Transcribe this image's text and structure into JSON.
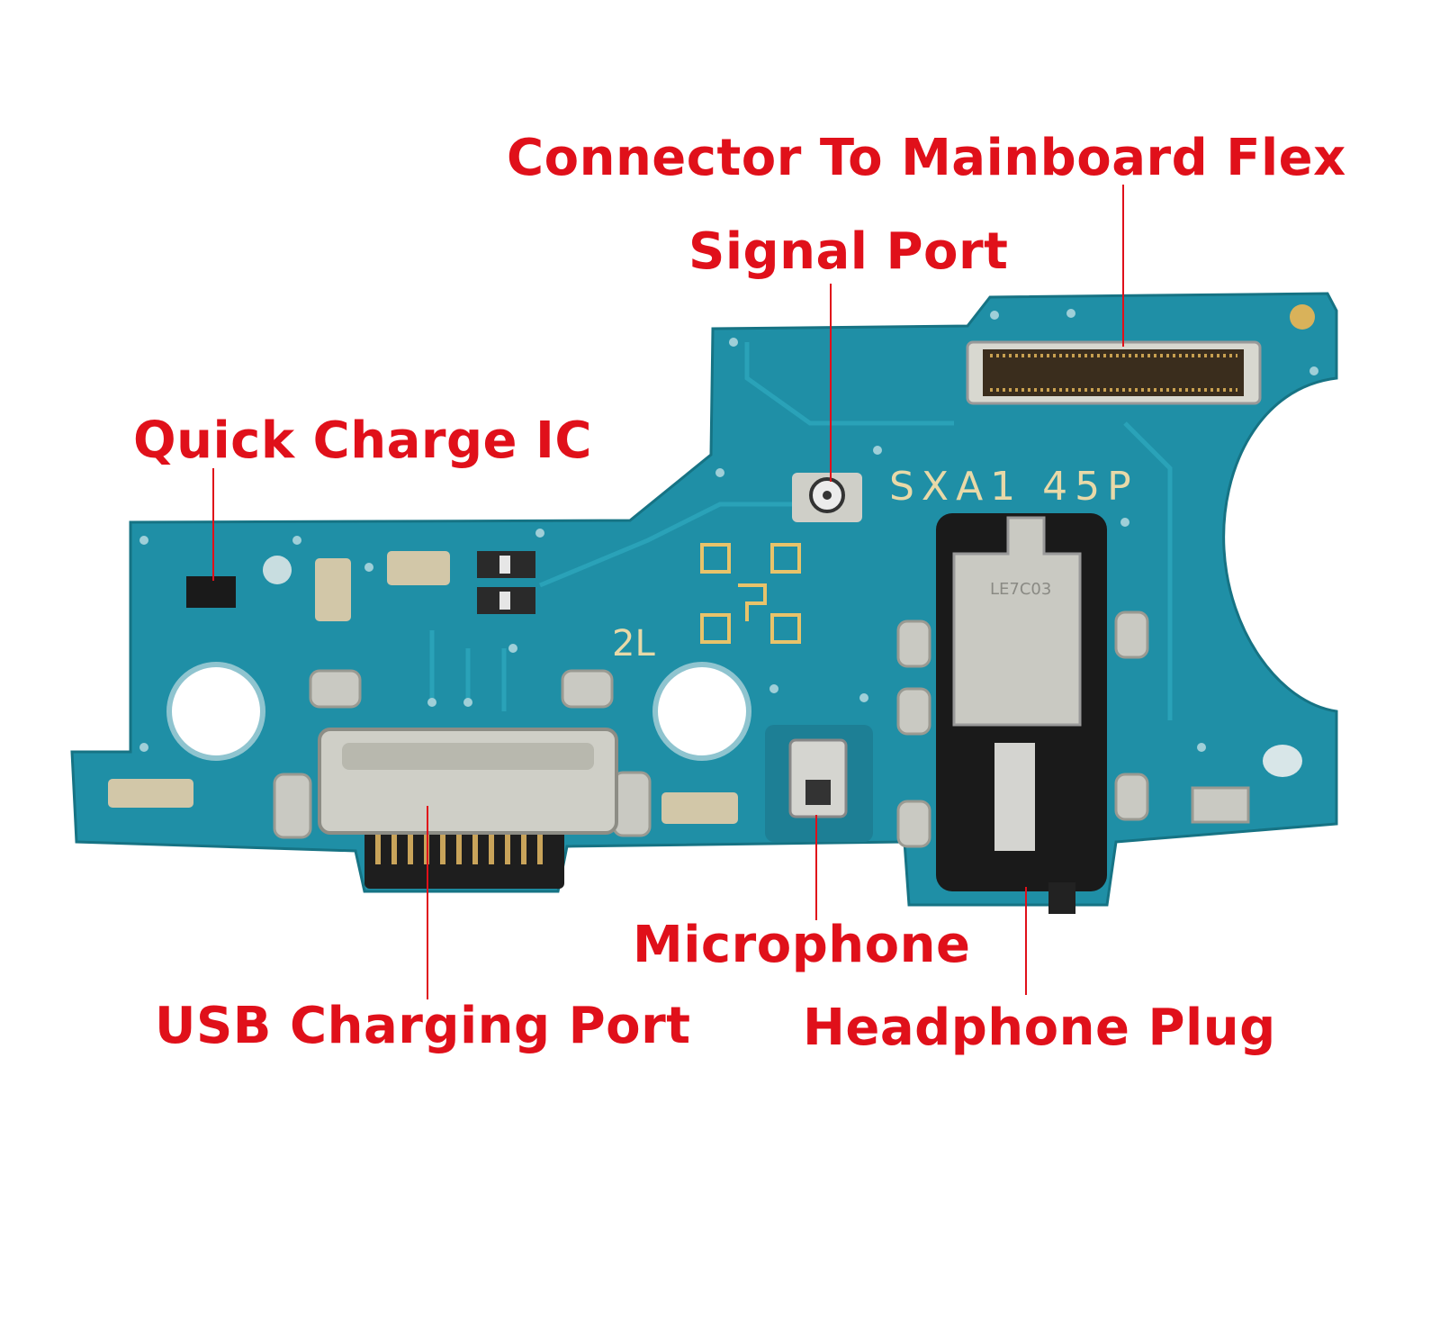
{
  "labels": {
    "connector": "Connector To Mainboard Flex",
    "signal_port": "Signal Port",
    "quick_charge": "Quick Charge IC",
    "microphone": "Microphone",
    "usb": "USB Charging Port",
    "headphone": "Headphone Plug"
  },
  "silkscreen": {
    "model": "SXA1 45P",
    "mark": "2L",
    "jack_mark": "LE7C03"
  },
  "colors": {
    "label": "#e0101a",
    "pcb": "#1f8fa6",
    "metal": "#c9c9c2",
    "jack": "#1a1a1a"
  }
}
